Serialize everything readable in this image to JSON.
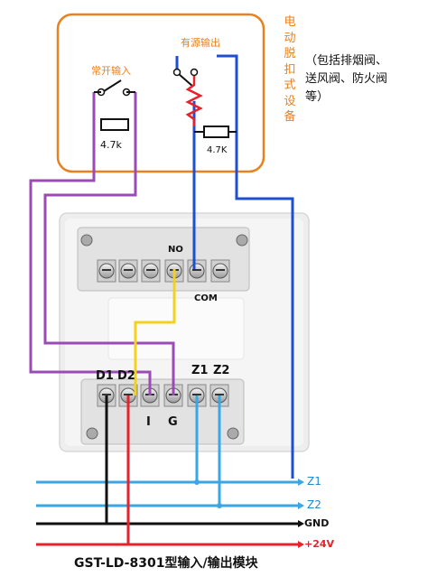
{
  "device": {
    "title": "电动脱扣式设备",
    "note": "（包括排烟阀、\n送风阀、防火阀\n等）",
    "normally_open_input": "常开输入",
    "active_output": "有源输出",
    "resistor_left": "4.7k",
    "resistor_right": "4.7K"
  },
  "module": {
    "terminal_no": "NO",
    "terminal_com": "COM",
    "terminal_d1": "D1",
    "terminal_d2": "D2",
    "terminal_i": "I",
    "terminal_g": "G",
    "terminal_z1": "Z1",
    "terminal_z2": "Z2"
  },
  "bus": {
    "z1": "Z1",
    "z2": "Z2",
    "gnd": "GND",
    "v24": "+24V"
  },
  "caption": "GST-LD-8301型输入/输出模块",
  "colors": {
    "device_box": "#e8811f",
    "purple_wire": "#9b4bb5",
    "blue_wire": "#1f4fd1",
    "yellow_wire": "#f2d21f",
    "bus_blue": "#3aa6e6",
    "gnd": "#111111",
    "plus24": "#e8222b"
  }
}
